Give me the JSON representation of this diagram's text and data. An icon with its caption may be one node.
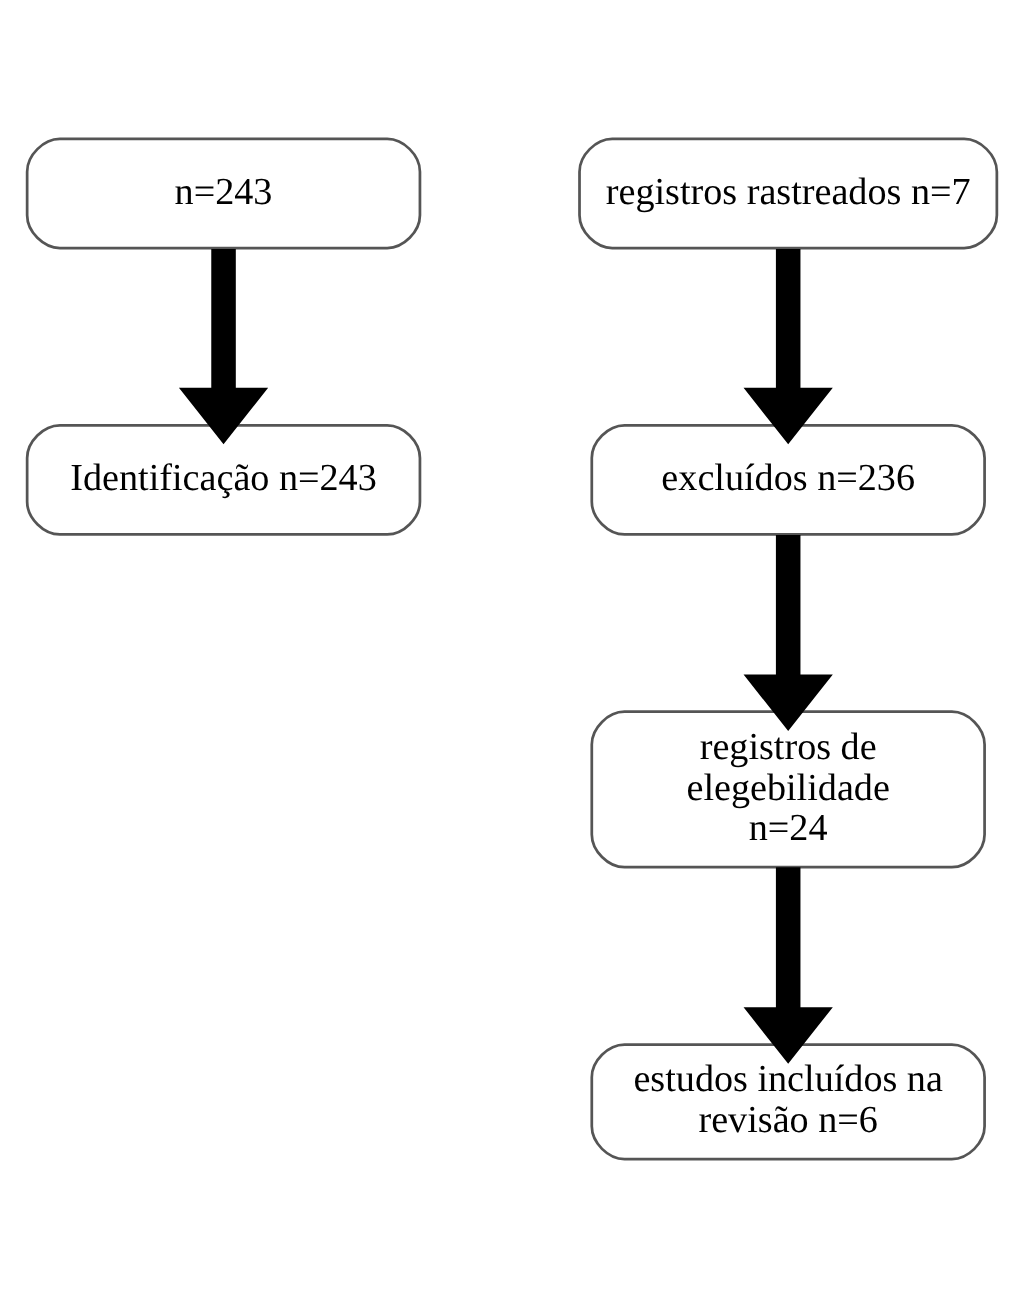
{
  "diagram": {
    "nodes": [
      {
        "text": [
          "n=243"
        ]
      },
      {
        "text": [
          "registros rastreados n=7"
        ]
      },
      {
        "text": [
          "Identificação n=243"
        ]
      },
      {
        "text": [
          "excluídos n=236"
        ]
      },
      {
        "text": [
          "registros de elegebilidade n=24"
        ]
      },
      {
        "text": [
          "estudos incluídos na revisão n=6"
        ]
      }
    ],
    "edges": [
      {
        "from": 0,
        "to": 2,
        "arrow": "to"
      },
      {
        "from": 1,
        "to": 3,
        "arrow": "to"
      },
      {
        "from": 3,
        "to": 4,
        "arrow": "to"
      },
      {
        "from": 4,
        "to": 5,
        "arrow": "to"
      }
    ]
  }
}
